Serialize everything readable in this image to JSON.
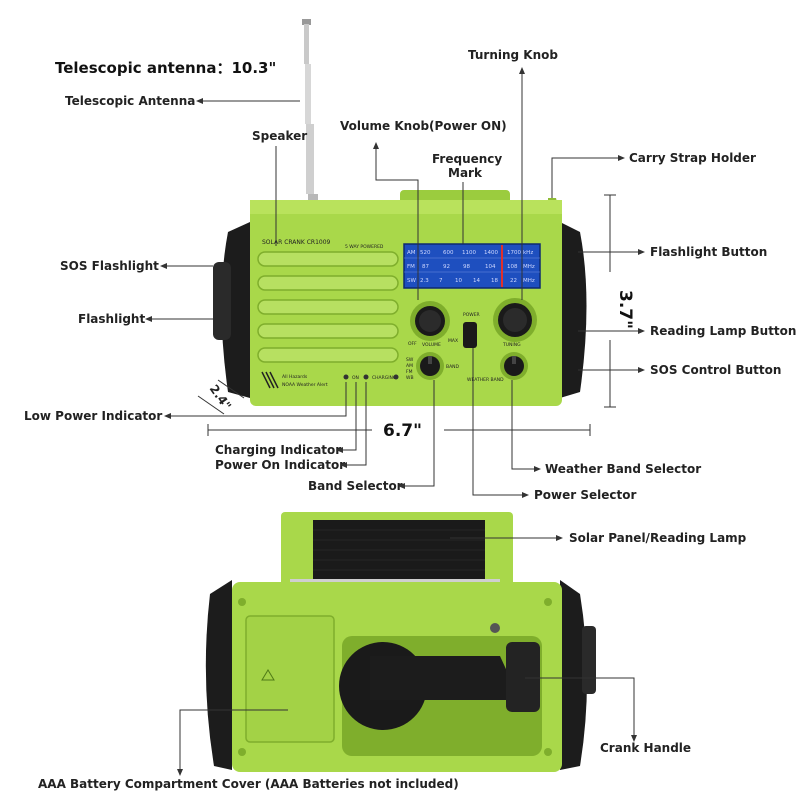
{
  "headline": "Telescopic antenna：10.3\"",
  "dimensions": {
    "height": "3.7\"",
    "width": "6.7\"",
    "depth": "2.4\""
  },
  "device": {
    "model": "SOLAR CRANK CR1009",
    "power_ways": "5 WAY POWERED",
    "badge_line1": "All Hazards",
    "badge_line2": "NOAA Weather Alert",
    "indicator_labels": [
      "ON",
      "CHARGING"
    ],
    "dial": {
      "rows": [
        {
          "band": "AM",
          "values": [
            "520",
            "600",
            "1100",
            "1400",
            "1700"
          ],
          "unit": "kHz"
        },
        {
          "band": "FM",
          "values": [
            "87",
            "92",
            "98",
            "104",
            "108"
          ],
          "unit": "MHz"
        },
        {
          "band": "SW",
          "values": [
            "2.3",
            "7",
            "10",
            "14",
            "18",
            "22"
          ],
          "unit": "MHz"
        }
      ]
    },
    "knob_labels": {
      "off": "OFF",
      "volume": "VOLUME",
      "max": "MAX",
      "tuning": "TUNING",
      "power": "POWER",
      "band": "BAND",
      "weather_band": "WEATHER BAND",
      "band_options": [
        "SW",
        "AM",
        "FM",
        "WB"
      ]
    }
  },
  "callouts": [
    {
      "id": "telescopic-antenna",
      "text": "Telescopic Antenna"
    },
    {
      "id": "speaker",
      "text": "Speaker"
    },
    {
      "id": "volume-knob",
      "text": "Volume Knob(Power ON)"
    },
    {
      "id": "frequency-mark-1",
      "text": "Frequency"
    },
    {
      "id": "frequency-mark-2",
      "text": "Mark"
    },
    {
      "id": "turning-knob",
      "text": "Turning Knob"
    },
    {
      "id": "carry-strap-holder",
      "text": "Carry Strap Holder"
    },
    {
      "id": "flashlight-button",
      "text": "Flashlight Button"
    },
    {
      "id": "reading-lamp-button",
      "text": "Reading Lamp Button"
    },
    {
      "id": "sos-control-button",
      "text": "SOS Control Button"
    },
    {
      "id": "sos-flashlight",
      "text": "SOS Flashlight"
    },
    {
      "id": "flashlight",
      "text": "Flashlight"
    },
    {
      "id": "low-power-indicator",
      "text": "Low Power Indicator"
    },
    {
      "id": "charging-indicator",
      "text": "Charging Indicator"
    },
    {
      "id": "power-on-indicator",
      "text": "Power On Indicator"
    },
    {
      "id": "band-selector",
      "text": "Band Selector"
    },
    {
      "id": "weather-band-selector",
      "text": "Weather Band Selector"
    },
    {
      "id": "power-selector",
      "text": "Power Selector"
    },
    {
      "id": "solar-panel",
      "text": "Solar Panel/Reading Lamp"
    },
    {
      "id": "crank-handle",
      "text": "Crank Handle"
    },
    {
      "id": "battery-cover",
      "text": "AAA Battery Compartment Cover (AAA Batteries not included)"
    }
  ],
  "colors": {
    "body_green": "#a9d84a",
    "dark_green": "#7fae2c",
    "bumper": "#1c1c1c",
    "dial_blue": "#1e4fbf",
    "tuner_marker": "#e0302a"
  }
}
